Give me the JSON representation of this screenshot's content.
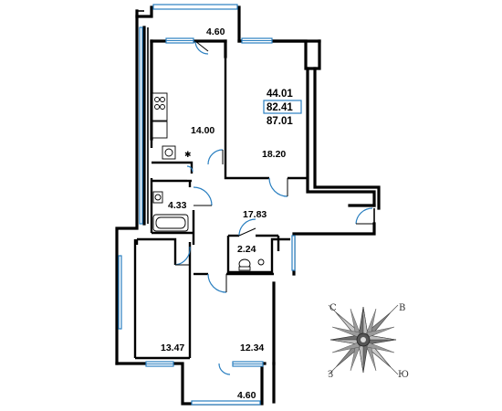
{
  "rooms": [
    {
      "id": "balcony_top",
      "area": "4.60"
    },
    {
      "id": "kitchen",
      "area": "14.00"
    },
    {
      "id": "bedroom_right",
      "area": "18.20"
    },
    {
      "id": "bathroom",
      "area": "4.33"
    },
    {
      "id": "hall",
      "area": "17.83"
    },
    {
      "id": "wc",
      "area": "2.24"
    },
    {
      "id": "bedroom_left",
      "area": "13.47"
    },
    {
      "id": "bedroom_bottom",
      "area": "12.34"
    },
    {
      "id": "balcony_bottom",
      "area": "4.60"
    }
  ],
  "totals": {
    "living": "44.01",
    "total": "82.41",
    "total_with_balcony": "87.01"
  },
  "compass": {
    "north": "С",
    "east": "В",
    "west": "З",
    "south": "Ю"
  },
  "colors": {
    "walls": "#000000",
    "windows_doors": "#2a7fc0",
    "compass": "#555555"
  }
}
